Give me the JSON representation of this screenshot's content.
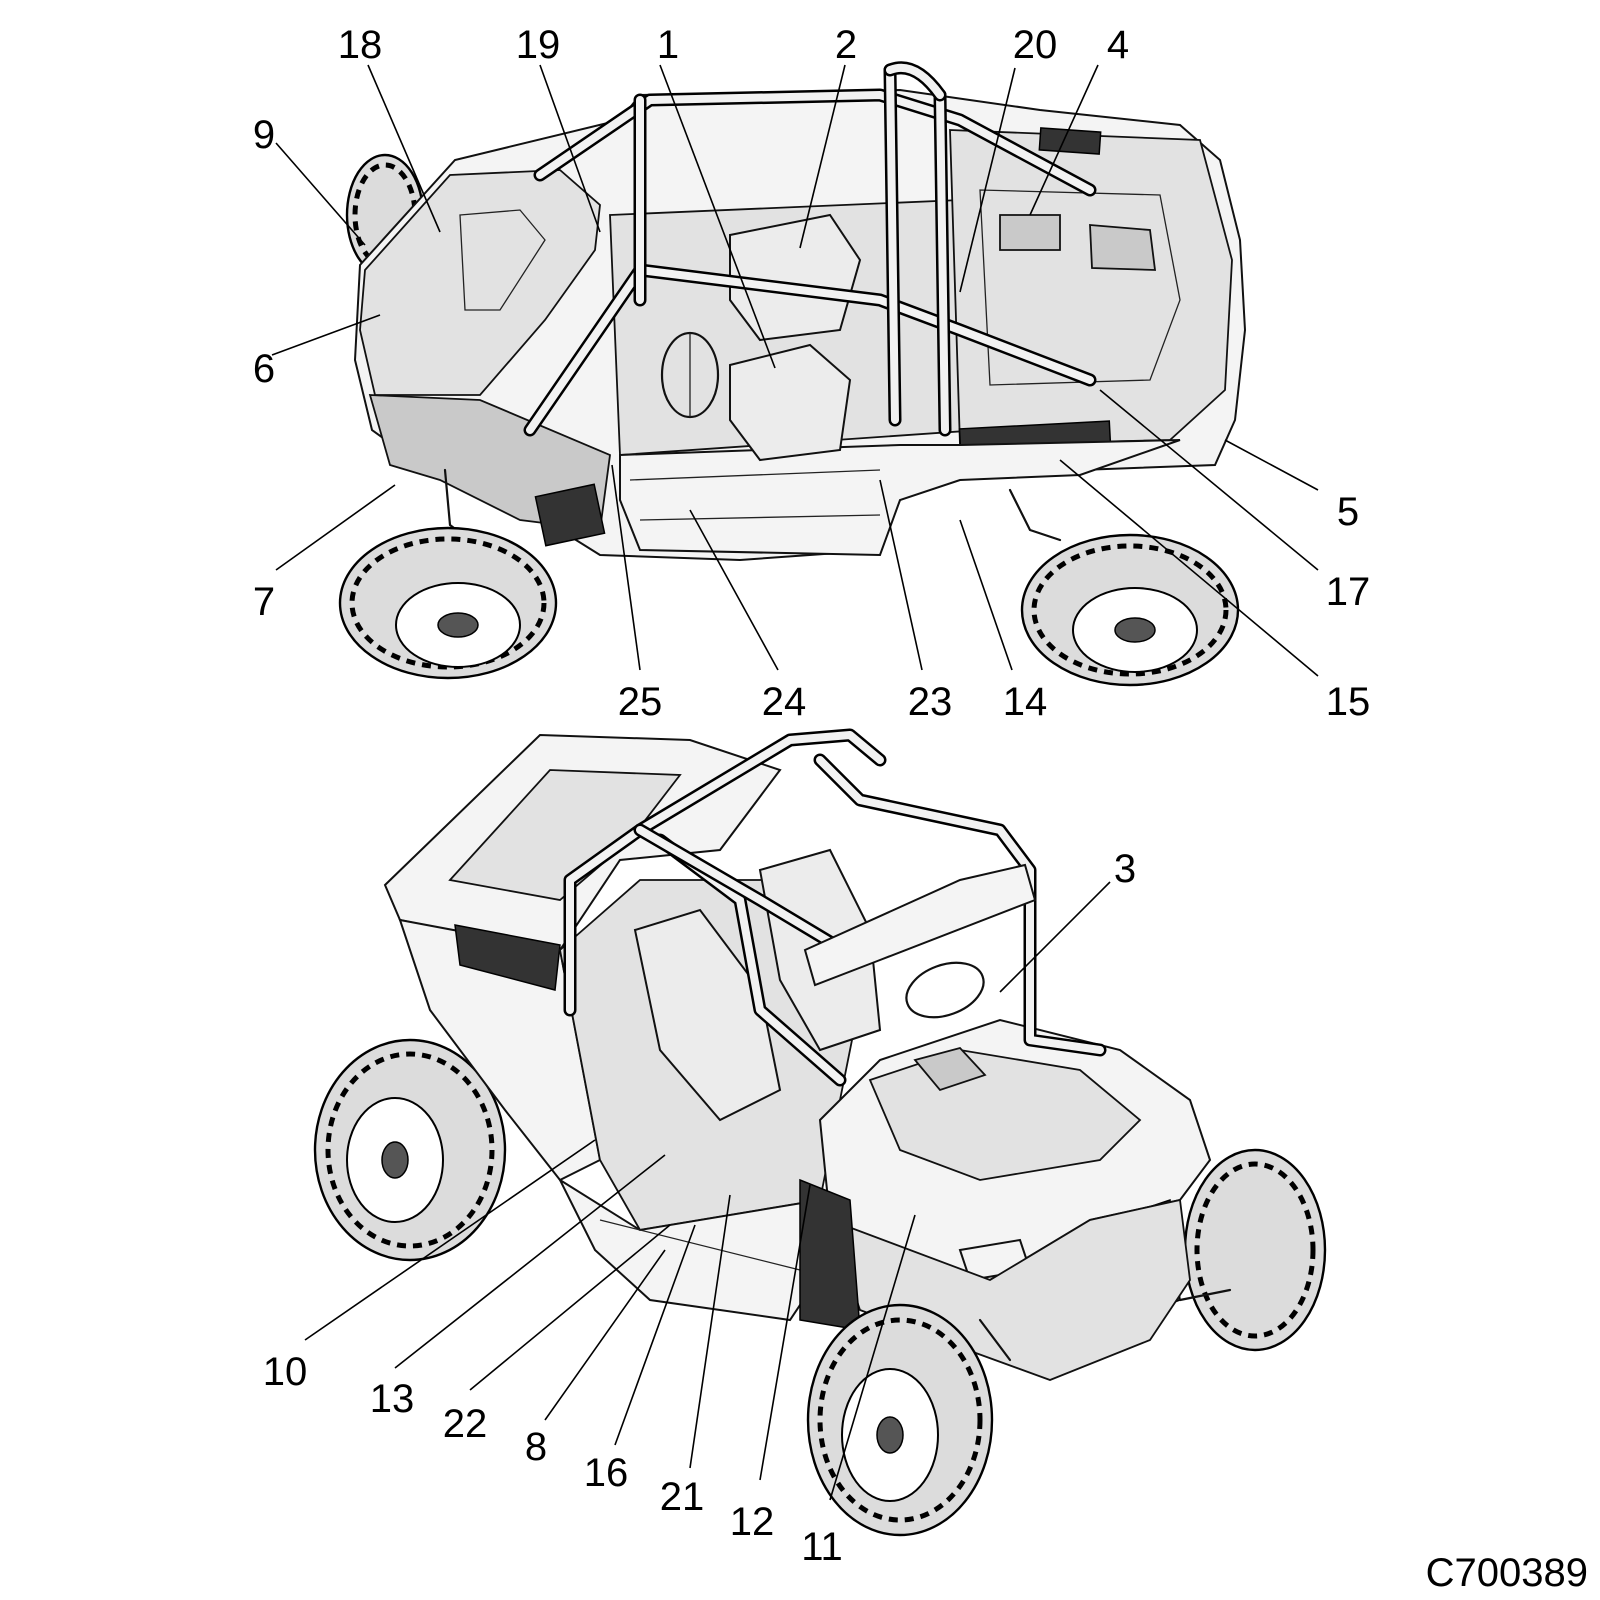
{
  "figure": {
    "code": "C700389"
  },
  "callouts": [
    {
      "id": "1",
      "label": "1"
    },
    {
      "id": "2",
      "label": "2"
    },
    {
      "id": "3",
      "label": "3"
    },
    {
      "id": "4",
      "label": "4"
    },
    {
      "id": "5",
      "label": "5"
    },
    {
      "id": "6",
      "label": "6"
    },
    {
      "id": "7",
      "label": "7"
    },
    {
      "id": "8",
      "label": "8"
    },
    {
      "id": "9",
      "label": "9"
    },
    {
      "id": "10",
      "label": "10"
    },
    {
      "id": "11",
      "label": "11"
    },
    {
      "id": "12",
      "label": "12"
    },
    {
      "id": "13",
      "label": "13"
    },
    {
      "id": "14",
      "label": "14"
    },
    {
      "id": "15",
      "label": "15"
    },
    {
      "id": "16",
      "label": "16"
    },
    {
      "id": "17",
      "label": "17"
    },
    {
      "id": "18",
      "label": "18"
    },
    {
      "id": "19",
      "label": "19"
    },
    {
      "id": "20",
      "label": "20"
    },
    {
      "id": "21",
      "label": "21"
    },
    {
      "id": "22",
      "label": "22"
    },
    {
      "id": "23",
      "label": "23"
    },
    {
      "id": "24",
      "label": "24"
    },
    {
      "id": "25",
      "label": "25"
    }
  ]
}
